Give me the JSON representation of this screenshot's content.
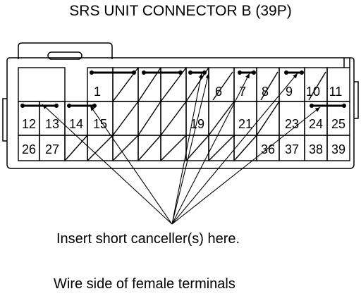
{
  "title": "SRS UNIT CONNECTOR B (39P)",
  "caption": "Insert short canceller(s) here.",
  "footer": "Wire side of female terminals",
  "rows": [
    {
      "cells": [
        "",
        "1",
        "",
        "",
        "",
        "",
        "6",
        "7",
        "8",
        "9",
        "10",
        "11"
      ]
    },
    {
      "cells": [
        "12",
        "13",
        "14",
        "15",
        "",
        "",
        "",
        "19",
        "",
        "21",
        "",
        "23",
        "24",
        "25"
      ]
    },
    {
      "cells": [
        "26",
        "27",
        "",
        "",
        "",
        "",
        "",
        "",
        "",
        "",
        "36",
        "37",
        "38",
        "39"
      ]
    }
  ]
}
